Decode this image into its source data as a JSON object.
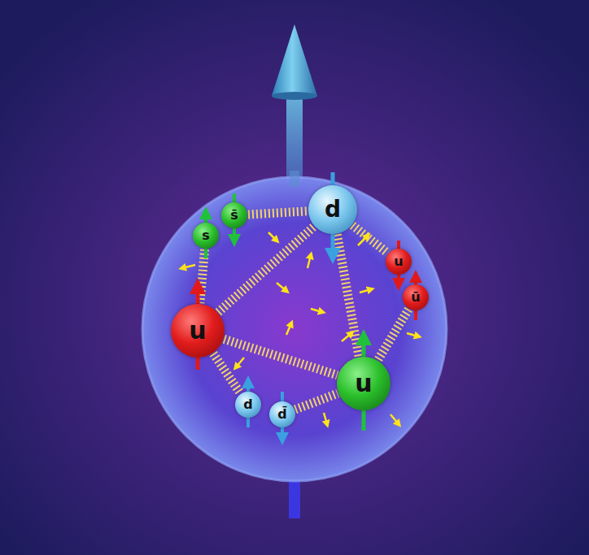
{
  "diagram": {
    "nodes": [
      {
        "text": [
          "s̄"
        ]
      },
      {
        "text": [
          "d"
        ]
      },
      {
        "text": [
          "s"
        ]
      },
      {
        "text": [
          "u"
        ]
      },
      {
        "text": [
          "ū"
        ]
      },
      {
        "text": [
          "u"
        ]
      },
      {
        "text": [
          "u"
        ]
      },
      {
        "text": [
          "d"
        ]
      },
      {
        "text": [
          "d̄"
        ]
      }
    ],
    "edges": [
      {
        "from": 0,
        "to": 1,
        "arrow": "none"
      },
      {
        "from": 1,
        "to": 3,
        "arrow": "none"
      },
      {
        "from": 4,
        "to": 6,
        "arrow": "none"
      },
      {
        "from": 5,
        "to": 1,
        "arrow": "none"
      },
      {
        "from": 5,
        "to": 6,
        "arrow": "none"
      },
      {
        "from": 5,
        "to": 7,
        "arrow": "none"
      },
      {
        "from": 8,
        "to": 6,
        "arrow": "none"
      },
      {
        "from": 1,
        "to": 6,
        "arrow": "none"
      },
      {
        "from": 2,
        "to": 5,
        "arrow": "none"
      }
    ]
  }
}
